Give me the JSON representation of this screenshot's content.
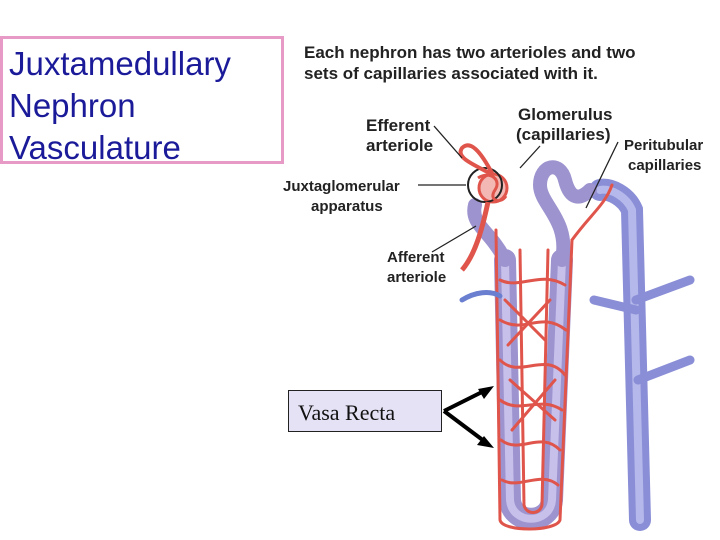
{
  "title": "Juxtamedullary\nNephron\nVasculature",
  "caption": [
    "Each nephron has two arterioles and two",
    "sets of capillaries associated with it."
  ],
  "labels": {
    "efferent": [
      "Efferent",
      "arteriole"
    ],
    "glomerulus": [
      "Glomerulus",
      "(capillaries)"
    ],
    "peritubular": [
      "Peritubular",
      "capillaries"
    ],
    "juxtaglomerular": [
      "Juxtaglomerular",
      "apparatus"
    ],
    "afferent": [
      "Afferent",
      "arteriole"
    ]
  },
  "vasa_recta": "Vasa Recta",
  "colors": {
    "title_text": "#1b1b9a",
    "title_border": "#e79ac6",
    "vessel_red": "#e0554b",
    "tubule_purple": "#9d93cf",
    "vein_blue": "#8a8ed6",
    "vasa_box_bg": "#e6e2f6"
  }
}
